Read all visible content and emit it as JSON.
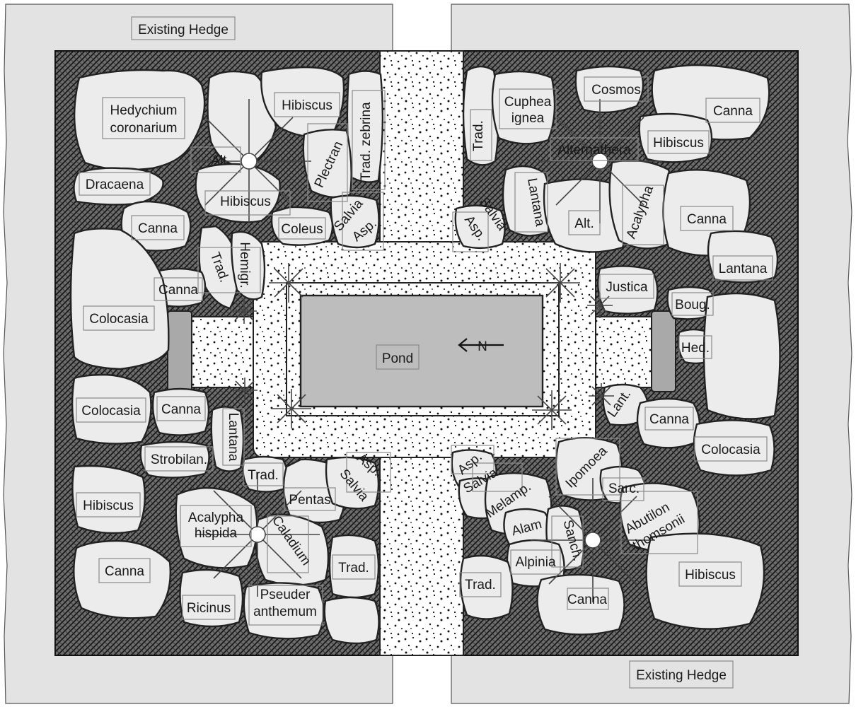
{
  "labels": {
    "hedge_top": "Existing Hedge",
    "hedge_bottom": "Existing Hedge",
    "pond": "Pond",
    "north": "N",
    "l_hedychium_1": "Hedychium",
    "l_hedychium_2": "coronarium",
    "l_hibiscus_tl": "Hibiscus",
    "l_trad_zebrina": "Trad. zebrina",
    "l_plectran": "Plectran",
    "l_alt_tl": "Alt.",
    "l_dracaena": "Dracaena",
    "l_hibiscus_tl2": "Hibiscus",
    "l_canna_tl": "Canna",
    "l_coleus": "Coleus",
    "l_salvia_tl": "Salvia",
    "l_asp_tl": "Asp.",
    "l_trad_tl": "Trad.",
    "l_hemigr": "Hemigr.",
    "l_canna_tl2": "Canna",
    "l_colocasia_l1": "Colocasia",
    "l_colocasia_l2": "Colocasia",
    "l_canna_l3": "Canna",
    "l_lantana_l": "Lantana",
    "l_strobilan": "Strobilan.",
    "l_trad_bl": "Trad.",
    "l_asp_bl": "Asp.",
    "l_salvia_bl": "Salvia",
    "l_pentas": "Pentas",
    "l_hibiscus_bl": "Hibiscus",
    "l_acalypha_1": "Acalypha",
    "l_acalypha_2": "hispida",
    "l_caladium": "Caladium",
    "l_canna_bl": "Canna",
    "l_trad_bl2": "Trad.",
    "l_ricinus": "Ricinus",
    "l_pseuder_1": "Pseuder",
    "l_pseuder_2": "anthemum",
    "l_cuphea_1": "Cuphea",
    "l_cuphea_2": "ignea",
    "l_cosmos": "Cosmos",
    "l_canna_tr": "Canna",
    "l_trad_tr": "Trad.",
    "l_alternathera": "Alternathera",
    "l_hibiscus_tr": "Hibiscus",
    "l_lantana_tr": "Lantana",
    "l_salvia_tr": "Salvia",
    "l_asp_tr": "Asp.",
    "l_alt_tr": "Alt.",
    "l_acalypha_tr": "Acalypha",
    "l_canna_tr2": "Canna",
    "l_lantana_tr2": "Lantana",
    "l_justica": "Justica",
    "l_boug": "Boug.",
    "l_hed": "Hed.",
    "l_lant": "Lant.",
    "l_canna_r3": "Canna",
    "l_colocasia_r": "Colocasia",
    "l_asp_br": "Asp.",
    "l_salvia_br": "Salvia",
    "l_ipomoea": "Ipomoea",
    "l_sarc": "Sarc.",
    "l_melamp": "Melamp.",
    "l_abutilon_1": "Abutilon",
    "l_abutilon_2": "thomsonii",
    "l_alam": "Alam",
    "l_sanch": "Sanch.",
    "l_alpinia": "Alpinia",
    "l_hibiscus_br": "Hibiscus",
    "l_trad_br": "Trad.",
    "l_canna_br": "Canna"
  }
}
